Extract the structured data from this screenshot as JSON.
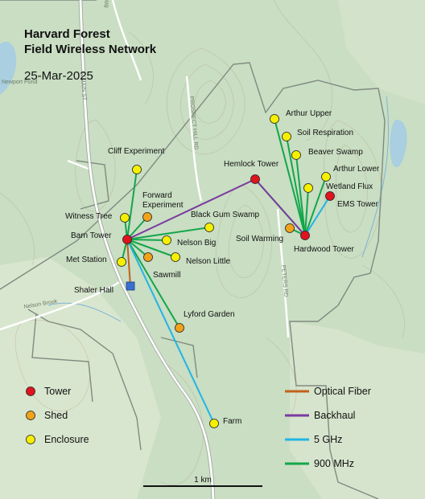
{
  "title_line1": "Harvard Forest",
  "title_line2": "Field Wireless Network",
  "date": "25-Mar-2025",
  "colors": {
    "tower": "#e0141e",
    "shed": "#f0a31a",
    "enclosure": "#f6f000",
    "optical_fiber": "#c2611a",
    "backhaul": "#7a3aa0",
    "ghz5": "#22b4e4",
    "mhz900": "#13a64a",
    "building": "#3a6fd0"
  },
  "legend": {
    "tower": "Tower",
    "shed": "Shed",
    "enclosure": "Enclosure",
    "optical_fiber": "Optical Fiber",
    "backhaul": "Backhaul",
    "ghz5": "5 GHz",
    "mhz900": "900 MHz"
  },
  "scale_label": "1 km",
  "road_labels": [
    "BRIGGS RD",
    "N MAIN ST",
    "PROSPECT HILL RD",
    "PETERS RD",
    "Nelson Brook",
    "Newport Pond"
  ],
  "sites": [
    {
      "id": "barn",
      "name": "Barn Tower",
      "kind": "tower"
    },
    {
      "id": "hemlock",
      "name": "Hemlock Tower",
      "kind": "tower"
    },
    {
      "id": "hardwood",
      "name": "Hardwood Tower",
      "kind": "tower"
    },
    {
      "id": "ems",
      "name": "EMS Tower",
      "kind": "tower"
    },
    {
      "id": "forward",
      "name": "Forward Experiment",
      "kind": "shed"
    },
    {
      "id": "sawmill",
      "name": "Sawmill",
      "kind": "shed"
    },
    {
      "id": "lyford",
      "name": "Lyford Garden",
      "kind": "shed"
    },
    {
      "id": "soilwarm",
      "name": "Soil Warming",
      "kind": "shed"
    },
    {
      "id": "cliff",
      "name": "Cliff Experiment",
      "kind": "enclosure"
    },
    {
      "id": "witness",
      "name": "Witness Tree",
      "kind": "enclosure"
    },
    {
      "id": "blackgum",
      "name": "Black Gum Swamp",
      "kind": "enclosure"
    },
    {
      "id": "nelsonbig",
      "name": "Nelson Big",
      "kind": "enclosure"
    },
    {
      "id": "nelsonlittle",
      "name": "Nelson Little",
      "kind": "enclosure"
    },
    {
      "id": "met",
      "name": "Met Station",
      "kind": "enclosure"
    },
    {
      "id": "farm",
      "name": "Farm",
      "kind": "enclosure"
    },
    {
      "id": "arthurupper",
      "name": "Arthur Upper",
      "kind": "enclosure"
    },
    {
      "id": "soilresp",
      "name": "Soil Respiration",
      "kind": "enclosure"
    },
    {
      "id": "beaver",
      "name": "Beaver Swamp",
      "kind": "enclosure"
    },
    {
      "id": "arthurlower",
      "name": "Arthur Lower",
      "kind": "enclosure"
    },
    {
      "id": "wetland",
      "name": "Wetland Flux",
      "kind": "enclosure"
    },
    {
      "id": "shaler",
      "name": "Shaler Hall",
      "kind": "building"
    }
  ],
  "links": [
    {
      "from": "barn",
      "to": "shaler",
      "type": "optical_fiber"
    },
    {
      "from": "barn",
      "to": "hemlock",
      "type": "backhaul"
    },
    {
      "from": "hemlock",
      "to": "hardwood",
      "type": "backhaul"
    },
    {
      "from": "barn",
      "to": "farm",
      "type": "ghz5"
    },
    {
      "from": "hardwood",
      "to": "ems",
      "type": "ghz5"
    },
    {
      "from": "barn",
      "to": "cliff",
      "type": "mhz900"
    },
    {
      "from": "barn",
      "to": "witness",
      "type": "mhz900"
    },
    {
      "from": "barn",
      "to": "forward",
      "type": "mhz900"
    },
    {
      "from": "barn",
      "to": "blackgum",
      "type": "mhz900"
    },
    {
      "from": "barn",
      "to": "nelsonbig",
      "type": "mhz900"
    },
    {
      "from": "barn",
      "to": "nelsonlittle",
      "type": "mhz900"
    },
    {
      "from": "barn",
      "to": "sawmill",
      "type": "mhz900"
    },
    {
      "from": "barn",
      "to": "met",
      "type": "mhz900"
    },
    {
      "from": "barn",
      "to": "lyford",
      "type": "mhz900"
    },
    {
      "from": "hardwood",
      "to": "arthurupper",
      "type": "mhz900"
    },
    {
      "from": "hardwood",
      "to": "soilresp",
      "type": "mhz900"
    },
    {
      "from": "hardwood",
      "to": "beaver",
      "type": "mhz900"
    },
    {
      "from": "hardwood",
      "to": "arthurlower",
      "type": "mhz900"
    },
    {
      "from": "hardwood",
      "to": "wetland",
      "type": "mhz900"
    },
    {
      "from": "hardwood",
      "to": "soilwarm",
      "type": "mhz900"
    },
    {
      "from": "hardwood",
      "to": "hemlock",
      "type": "mhz900"
    }
  ]
}
